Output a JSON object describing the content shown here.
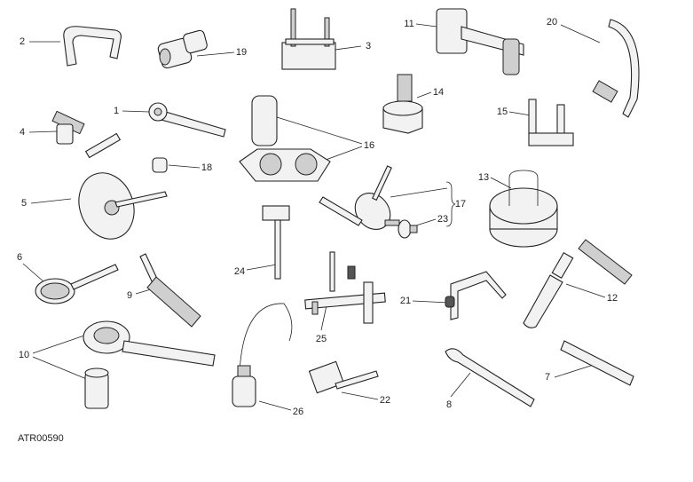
{
  "diagram_code": "ATR00590",
  "callouts": [
    {
      "id": "2",
      "text": "2"
    },
    {
      "id": "19",
      "text": "19"
    },
    {
      "id": "3",
      "text": "3"
    },
    {
      "id": "11",
      "text": "11"
    },
    {
      "id": "20",
      "text": "20"
    },
    {
      "id": "14",
      "text": "14"
    },
    {
      "id": "1",
      "text": "1"
    },
    {
      "id": "15",
      "text": "15"
    },
    {
      "id": "4",
      "text": "4"
    },
    {
      "id": "16",
      "text": "16"
    },
    {
      "id": "18",
      "text": "18"
    },
    {
      "id": "13",
      "text": "13"
    },
    {
      "id": "5",
      "text": "5"
    },
    {
      "id": "17",
      "text": "17"
    },
    {
      "id": "23",
      "text": "23"
    },
    {
      "id": "24",
      "text": "24"
    },
    {
      "id": "6",
      "text": "6"
    },
    {
      "id": "9",
      "text": "9"
    },
    {
      "id": "21",
      "text": "21"
    },
    {
      "id": "12",
      "text": "12"
    },
    {
      "id": "25",
      "text": "25"
    },
    {
      "id": "10",
      "text": "10"
    },
    {
      "id": "7",
      "text": "7"
    },
    {
      "id": "22",
      "text": "22"
    },
    {
      "id": "8",
      "text": "8"
    },
    {
      "id": "26",
      "text": "26"
    }
  ]
}
